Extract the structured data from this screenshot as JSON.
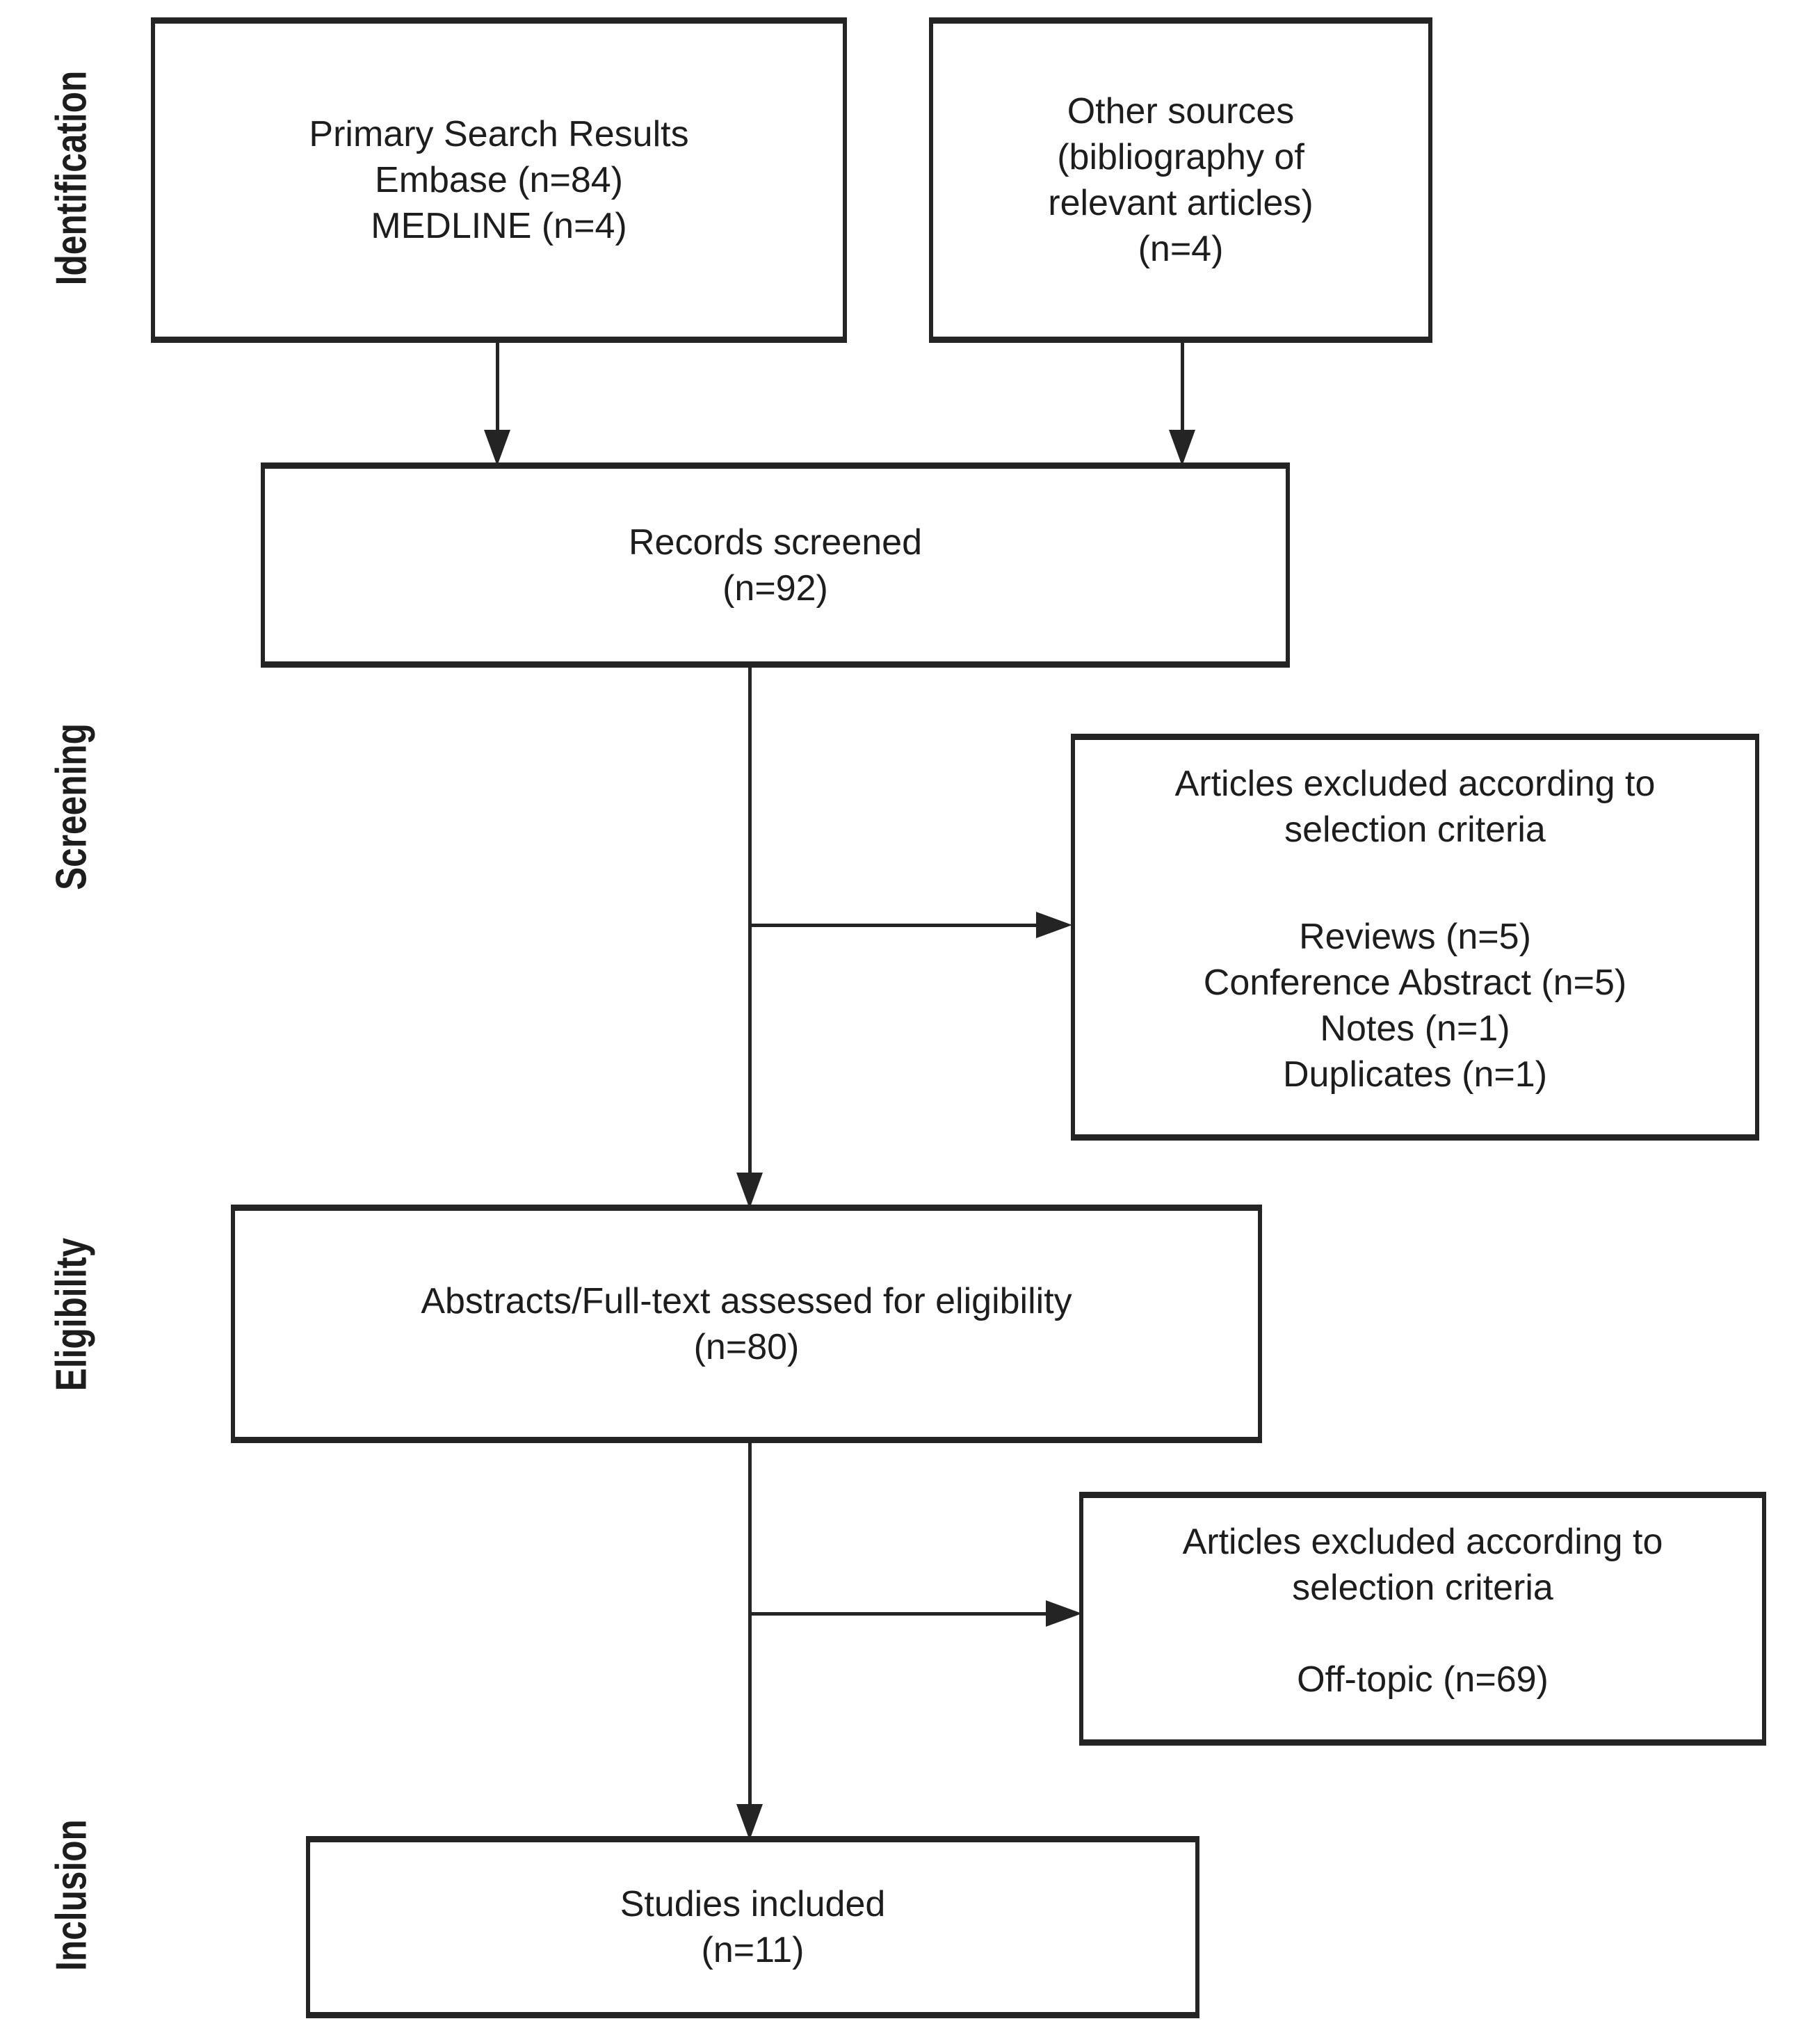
{
  "figure": {
    "colors": {
      "ink": "#242424",
      "background": "#ffffff"
    },
    "stage_labels": [
      {
        "id": "identification",
        "label": "Identification"
      },
      {
        "id": "screening",
        "label": "Screening"
      },
      {
        "id": "eligibility",
        "label": "Eligibility"
      },
      {
        "id": "inclusion",
        "label": "Inclusion"
      }
    ],
    "boxes": {
      "primary_search": {
        "lines": [
          "Primary Search Results",
          "Embase (n=84)",
          "MEDLINE (n=4)"
        ]
      },
      "other_sources": {
        "lines": [
          "Other sources",
          "(bibliography of",
          "relevant articles)",
          "(n=4)"
        ]
      },
      "records_screened": {
        "lines": [
          "Records screened",
          "(n=92)"
        ]
      },
      "excluded_screening": {
        "title_lines": [
          "Articles excluded according to",
          "selection criteria"
        ],
        "reasons": [
          "Reviews (n=5)",
          "Conference Abstract (n=5)",
          "Notes (n=1)",
          "Duplicates (n=1)"
        ]
      },
      "eligibility_assessed": {
        "lines": [
          "Abstracts/Full-text assessed for eligibility",
          "(n=80)"
        ]
      },
      "excluded_eligibility": {
        "title_lines": [
          "Articles excluded according to",
          "selection criteria"
        ],
        "reasons": [
          "Off-topic (n=69)"
        ]
      },
      "studies_included": {
        "lines": [
          "Studies included",
          "(n=11)"
        ]
      }
    }
  }
}
